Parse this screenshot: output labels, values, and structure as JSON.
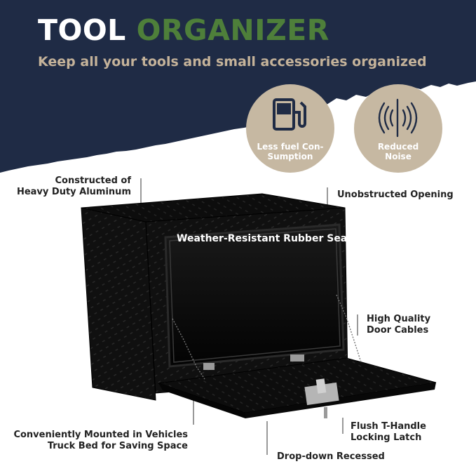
{
  "header": {
    "title_part1": "TOOL",
    "title_part2": "ORGANIZER",
    "subtitle": "Keep all your tools and small accessories organized"
  },
  "badges": [
    {
      "line1": "Less fuel Con-",
      "line2": "Sumption",
      "icon": "fuel-pump-icon"
    },
    {
      "line1": "Reduced",
      "line2": "Noise",
      "icon": "sound-waves-icon"
    }
  ],
  "callouts": {
    "constructed_line1": "Constructed of",
    "constructed_line2": "Heavy Duty Aluminum",
    "unobstructed": "Unobstructed Opening",
    "seal": "Weather-Resistant Rubber Seal",
    "cables_line1": "High Quality",
    "cables_line2": "Door Cables",
    "mounted_line1": "Conveniently Mounted in Vehicles",
    "mounted_line2": "Truck Bed for Saving Space",
    "latch_line1": "Flush T-Handle",
    "latch_line2": "Locking Latch",
    "recessed": "Drop-down Recessed"
  },
  "colors": {
    "header_bg": "#1f2b45",
    "title_accent": "#4e7f3a",
    "subtitle": "#c5b39a",
    "badge_bg": "#c6b8a2",
    "box_black": "#0b0b0b"
  }
}
